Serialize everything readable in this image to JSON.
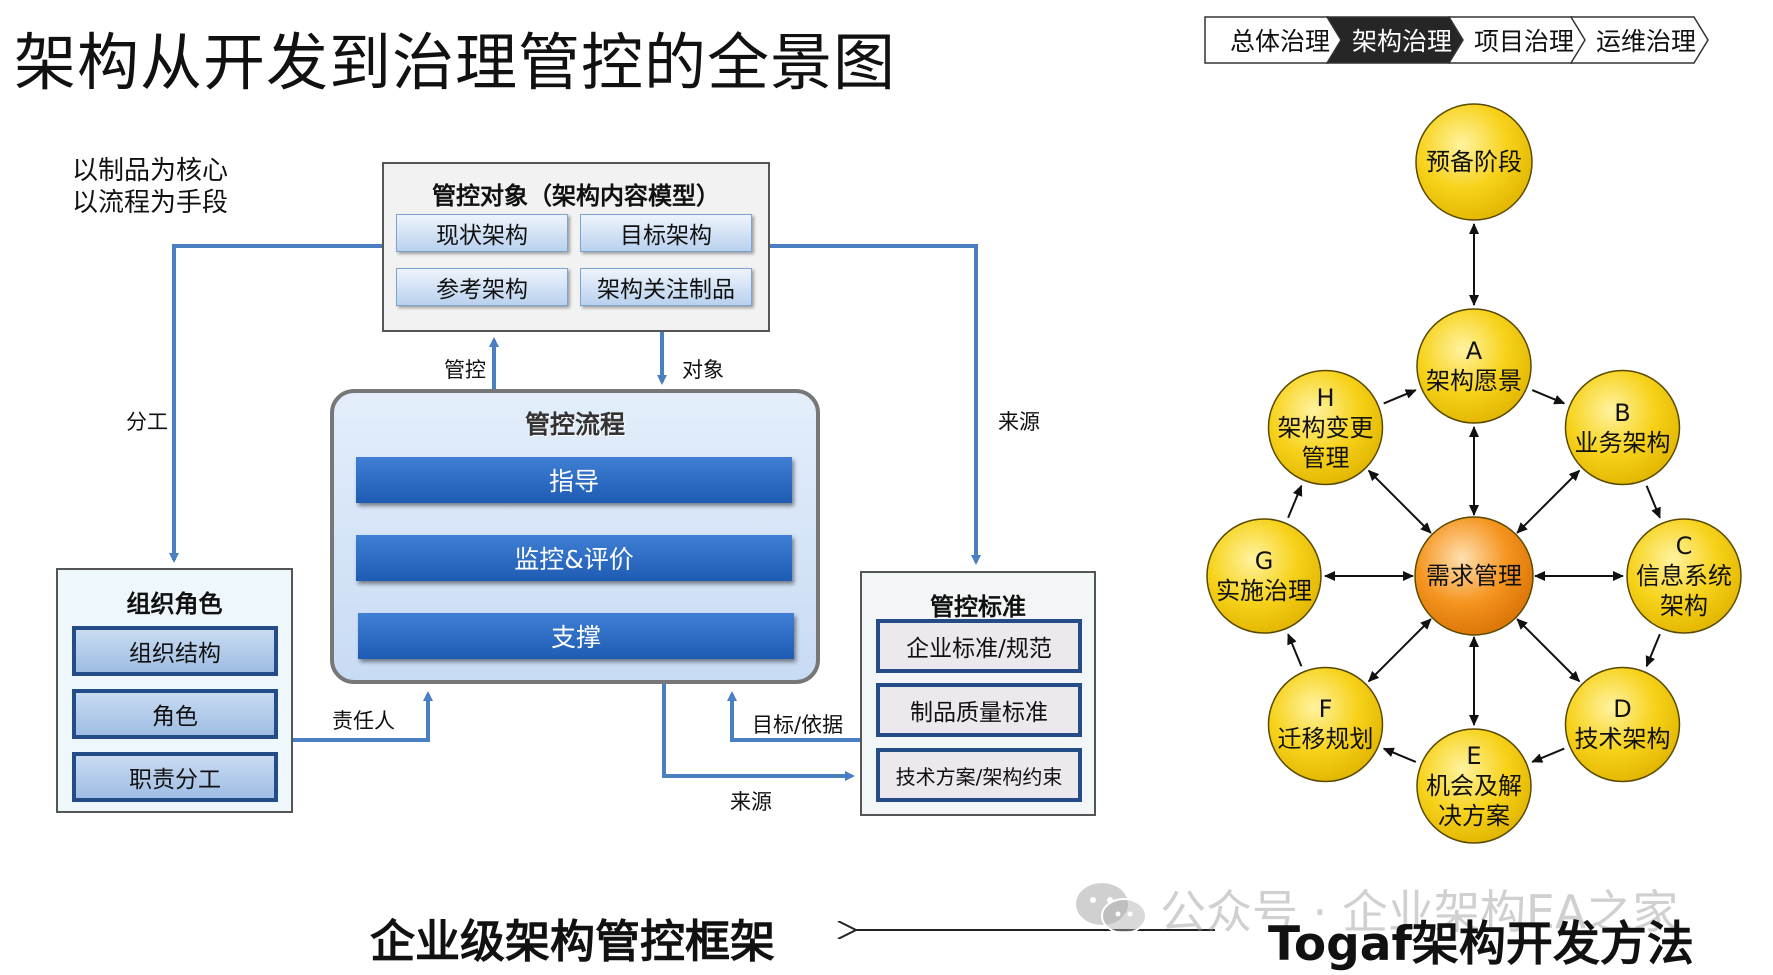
{
  "title": "架构从开发到治理管控的全景图",
  "breadcrumb": [
    {
      "label": "总体治理",
      "active": false
    },
    {
      "label": "架构治理",
      "active": true
    },
    {
      "label": "项目治理",
      "active": false
    },
    {
      "label": "运维治理",
      "active": false
    }
  ],
  "slogan": {
    "line1": "以制品为核心",
    "line2": "以流程为手段"
  },
  "control_object": {
    "title": "管控对象（架构内容模型）",
    "items": [
      "现状架构",
      "目标架构",
      "参考架构",
      "架构关注制品"
    ]
  },
  "control_flow": {
    "title": "管控流程",
    "items": [
      "指导",
      "监控&评价",
      "支撑"
    ]
  },
  "org_roles": {
    "title": "组织角色",
    "items": [
      "组织结构",
      "角色",
      "职责分工"
    ]
  },
  "control_standard": {
    "title": "管控标准",
    "items": [
      "企业标准/规范",
      "制品质量标准",
      "技术方案/架构约束"
    ]
  },
  "arrow_labels": {
    "fengong": "分工",
    "guankong": "管控",
    "duixiang": "对象",
    "laiyuan_top": "来源",
    "zerenren": "责任人",
    "mubiao": "目标/依据",
    "laiyuan_bottom": "来源"
  },
  "togaf": {
    "prelim": "预备阶段",
    "center": "需求管理",
    "phases": [
      {
        "letter": "A",
        "name": "架构愿景"
      },
      {
        "letter": "B",
        "name": "业务架构"
      },
      {
        "letter": "C",
        "name": "信息系统|架构"
      },
      {
        "letter": "D",
        "name": "技术架构"
      },
      {
        "letter": "E",
        "name": "机会及解|决方案"
      },
      {
        "letter": "F",
        "name": "迁移规划"
      },
      {
        "letter": "G",
        "name": "实施治理"
      },
      {
        "letter": "H",
        "name": "架构变更|管理"
      }
    ]
  },
  "footer": {
    "left": "企业级架构管控框架",
    "right": "Togaf架构开发方法",
    "watermark": "公众号 · 企业架构EA之家"
  },
  "colors": {
    "arrow_blue": "#4a7fc1",
    "phase_yellow": "#f7d21a",
    "center_orange": "#f5941e",
    "breadcrumb_active": "#262626"
  }
}
